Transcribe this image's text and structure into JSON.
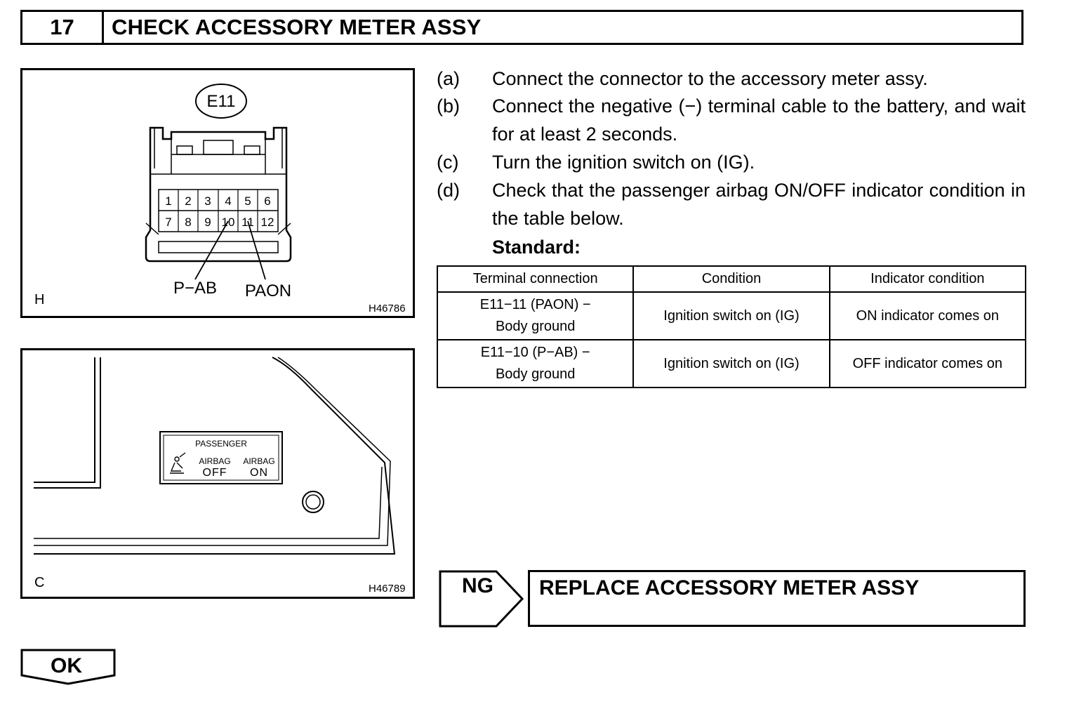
{
  "header": {
    "step_number": "17",
    "title": "CHECK ACCESSORY METER ASSY"
  },
  "figure1": {
    "connector_id": "E11",
    "pins_top": [
      "1",
      "2",
      "3",
      "4",
      "5",
      "6"
    ],
    "pins_bottom": [
      "7",
      "8",
      "9",
      "10",
      "11",
      "12"
    ],
    "label_pab": "P−AB",
    "label_paon": "PAON",
    "corner_letter": "H",
    "code": "H46786"
  },
  "figure2": {
    "panel_title": "PASSENGER",
    "airbag_left": "AIRBAG",
    "off_label": "OFF",
    "airbag_right": "AIRBAG",
    "on_label": "ON",
    "corner_letter": "C",
    "code": "H46789"
  },
  "steps": [
    {
      "letter": "(a)",
      "text": "Connect the connector to the accessory meter assy."
    },
    {
      "letter": "(b)",
      "text": "Connect the negative (−) terminal cable to the battery, and wait for at least 2 seconds."
    },
    {
      "letter": "(c)",
      "text": "Turn the ignition switch on (IG)."
    },
    {
      "letter": "(d)",
      "text": "Check that the passenger airbag ON/OFF indicator condition in the table below."
    }
  ],
  "standard_label": "Standard:",
  "table": {
    "headers": [
      "Terminal connection",
      "Condition",
      "Indicator condition"
    ],
    "rows": [
      {
        "terminal_line1": "E11−11 (PAON) −",
        "terminal_line2": "Body ground",
        "condition": "Ignition switch on (IG)",
        "indicator": "ON indicator comes on"
      },
      {
        "terminal_line1": "E11−10 (P−AB) −",
        "terminal_line2": "Body ground",
        "condition": "Ignition switch on (IG)",
        "indicator": "OFF indicator comes on"
      }
    ]
  },
  "ng": {
    "label": "NG",
    "action": "REPLACE ACCESSORY METER ASSY"
  },
  "ok": {
    "label": "OK"
  }
}
